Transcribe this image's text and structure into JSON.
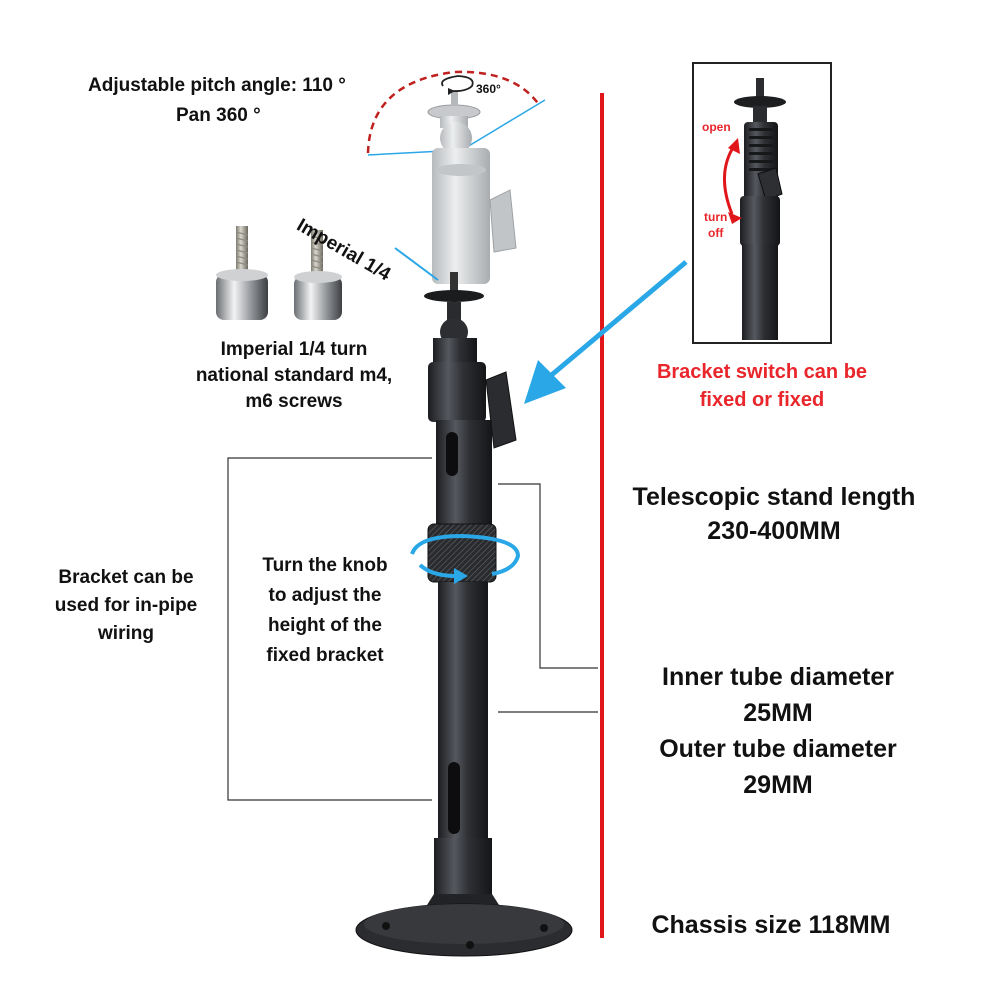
{
  "texts": {
    "pitch": "Adjustable pitch angle: 110 °",
    "pan": "Pan 360 °",
    "rotation_mark": "360°",
    "imperial": "Imperial 1/4",
    "screws": [
      "Imperial 1/4 turn",
      "national standard m4,",
      "m6 screws"
    ],
    "switch_open": "open",
    "switch_turn": [
      "turn",
      "off"
    ],
    "switch_caption": [
      "Bracket switch can be",
      "fixed or fixed"
    ],
    "telescopic": [
      "Telescopic stand length",
      "230-400MM"
    ],
    "inpipe": [
      "Bracket can be",
      "used for in-pipe",
      "wiring"
    ],
    "knob": [
      "Turn the knob",
      "to adjust the",
      "height of the",
      "fixed bracket"
    ],
    "tubes": [
      "Inner tube diameter",
      "25MM",
      "Outer tube diameter",
      "29MM"
    ],
    "chassis": "Chassis size 118MM"
  },
  "colors": {
    "accent_blue": "#2aa7e6",
    "red_line": "#e0161b",
    "red_text": "#e8262b",
    "tube_black": "#2b2d31",
    "head_grey": "#d4d6d8"
  }
}
